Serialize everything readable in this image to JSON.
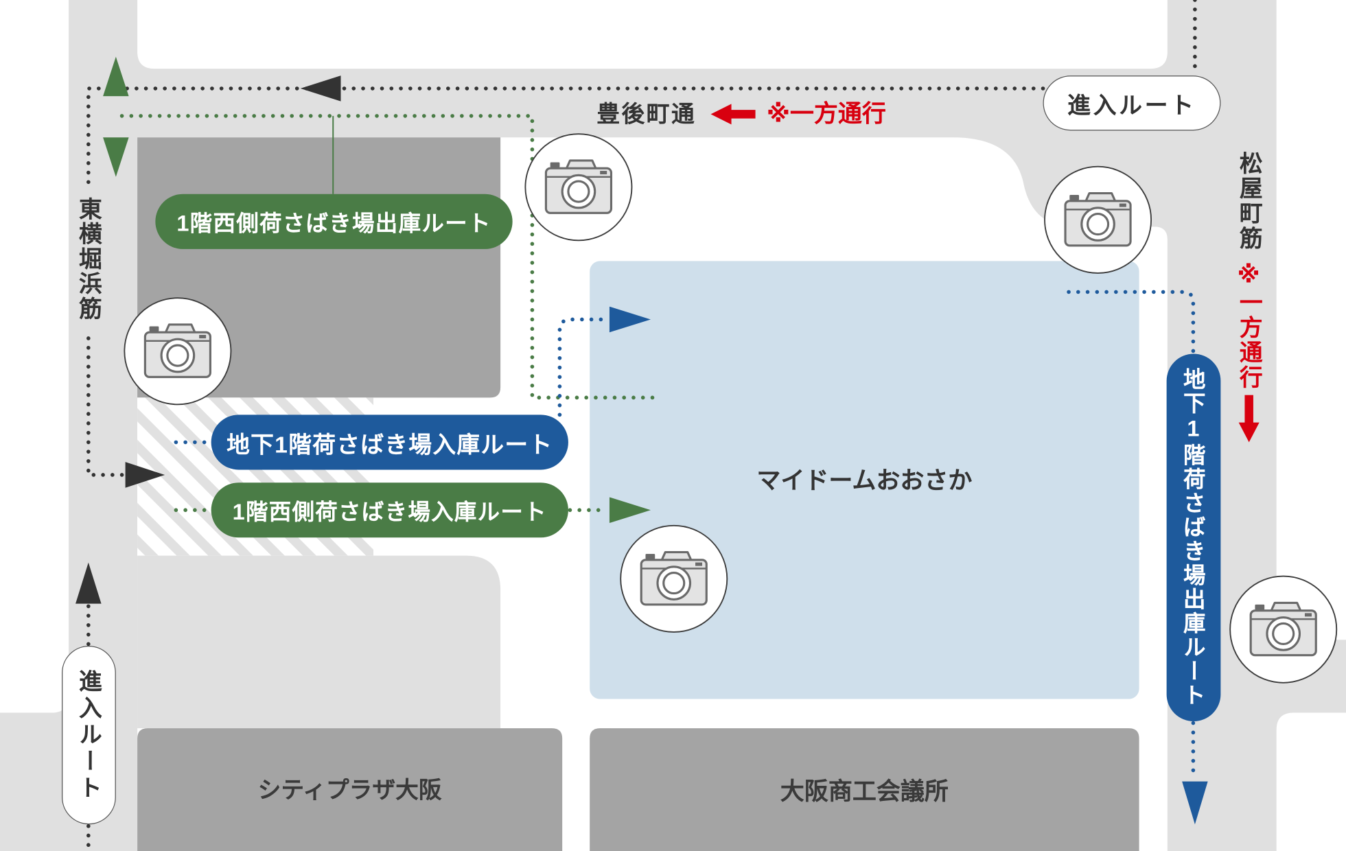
{
  "colors": {
    "road": "#e0e0e0",
    "building": "#a4a4a4",
    "venue": "#cfdfeb",
    "route_black": "#333333",
    "route_green": "#4a7c46",
    "route_blue": "#1e5a9c",
    "one_way_red": "#d8000f"
  },
  "streets": {
    "top": {
      "name": "豊後町通",
      "one_way_note": "※一方通行"
    },
    "right": {
      "name": "松屋町筋",
      "one_way_note": "※一方通行"
    },
    "left": {
      "name": "東横堀浜筋"
    }
  },
  "buildings": {
    "venue": "マイドームおおさか",
    "city_plaza": "シティプラザ大阪",
    "chamber": "大阪商工会議所"
  },
  "routes": {
    "entry_top": "進入ルート",
    "entry_left": "進入ルート",
    "west_1f_exit": "1階西側荷さばき場出庫ルート",
    "b1_entry": "地下1階荷さばき場入庫ルート",
    "west_1f_entry": "1階西側荷さばき場入庫ルート",
    "b1_exit": "地下1階荷さばき場出庫ルート"
  },
  "icons": {
    "photo_spot": "camera-icon",
    "route_direction": "triangle-arrow-icon",
    "one_way": "bold-arrow-icon"
  }
}
